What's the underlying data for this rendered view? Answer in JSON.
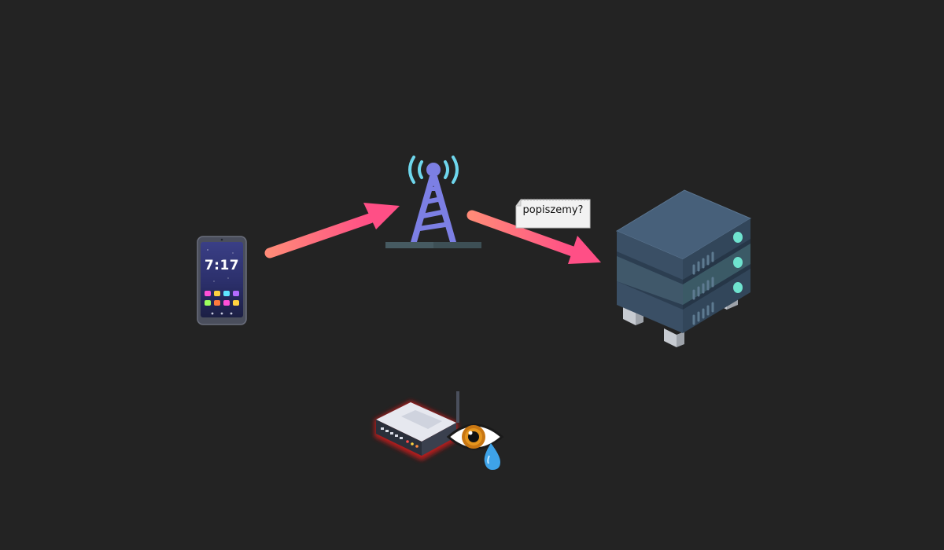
{
  "diagram": {
    "phone": {
      "time": "7:17",
      "icon": "smartphone-icon"
    },
    "tower": {
      "icon": "cell-tower-icon"
    },
    "server": {
      "icon": "server-rack-icon"
    },
    "router": {
      "icon": "wifi-router-icon"
    },
    "eye": {
      "icon": "crying-eye-icon"
    },
    "message": {
      "text": "popiszemy?",
      "icon": "paper-note-icon"
    },
    "edges": [
      {
        "from": "phone",
        "to": "tower",
        "color": "#ff5a82"
      },
      {
        "from": "tower",
        "to": "server",
        "color": "#ff5a82"
      }
    ],
    "colors": {
      "background": "#232323",
      "arrow_start": "#ff8a78",
      "arrow_end": "#ff4f86",
      "tower": "#7c7fe4",
      "signal": "#6ed6ec",
      "server": "#3d5269",
      "server_led": "#6fe3cf",
      "router_glow": "#c21a1a"
    }
  }
}
